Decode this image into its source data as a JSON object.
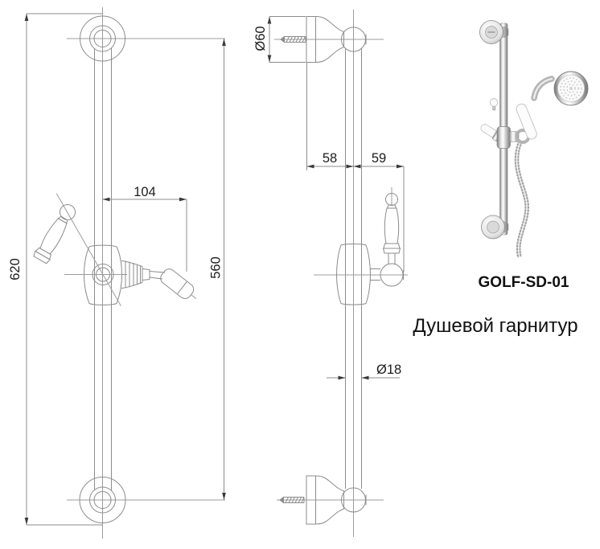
{
  "product": {
    "code": "GOLF-SD-01",
    "name": "Душевой гарнитур"
  },
  "dimensions": {
    "front_view": {
      "overall_height": "620",
      "mount_spacing": "560",
      "holder_reach": "104"
    },
    "side_view": {
      "flange_diameter": "Ø60",
      "wall_to_rail": "58",
      "rail_to_handle": "59",
      "rail_diameter": "Ø18"
    }
  },
  "colors": {
    "background": "#ffffff",
    "drawing_line": "#8c8c8c",
    "dimension_arrow": "#3a3a3a",
    "dimension_text": "#1c1c1c",
    "chrome_dark": "#7a7a7a",
    "chrome_light": "#f5f5f5",
    "ceramic_white": "#fcfcfc"
  }
}
